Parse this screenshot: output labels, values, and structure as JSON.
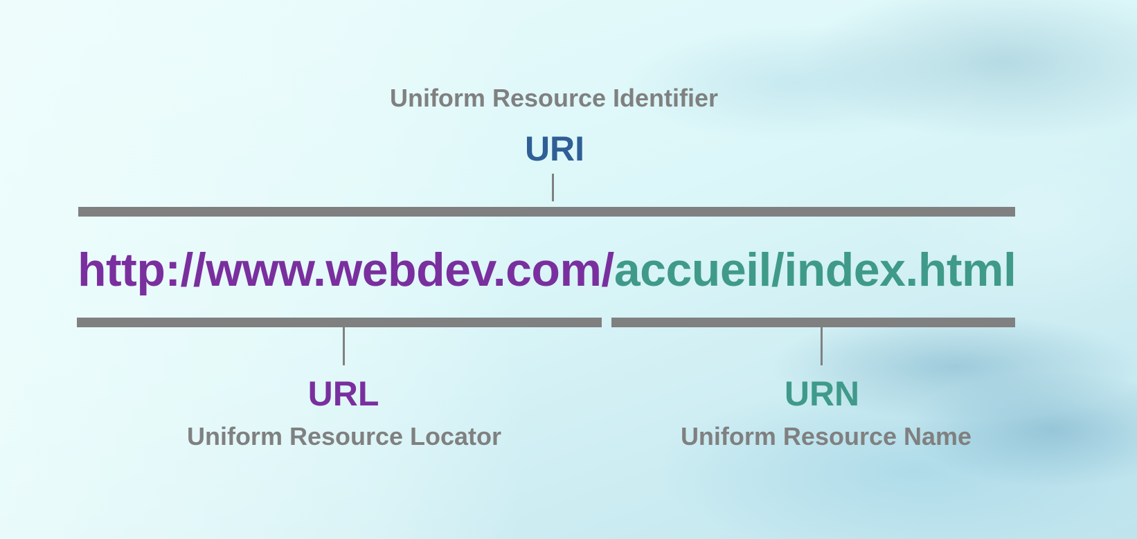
{
  "uri": {
    "full_name": "Uniform Resource Identifier",
    "abbr": "URI"
  },
  "url_example": {
    "locator_part": "http://www.webdev.com/",
    "name_part": "accueil/index.html"
  },
  "url": {
    "abbr": "URL",
    "full_name": "Uniform Resource Locator"
  },
  "urn": {
    "abbr": "URN",
    "full_name": "Uniform Resource Name"
  },
  "colors": {
    "uri": "#2f5f95",
    "url": "#7a2f9e",
    "urn": "#3f9a8a",
    "gray": "#808080"
  }
}
